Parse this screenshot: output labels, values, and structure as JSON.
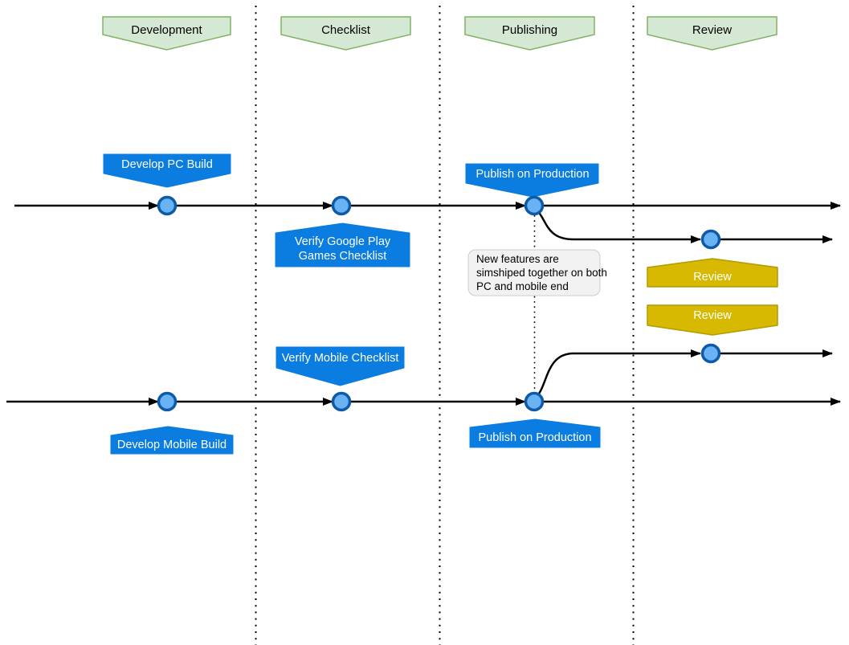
{
  "diagram": {
    "phases": [
      {
        "label": "Development"
      },
      {
        "label": "Checklist"
      },
      {
        "label": "Publishing"
      },
      {
        "label": "Review"
      }
    ],
    "pc_lane": {
      "develop": {
        "label": "Develop PC Build"
      },
      "verify": {
        "line1": "Verify Google Play",
        "line2": "Games Checklist"
      },
      "publish": {
        "label": "Publish on Production"
      },
      "review": {
        "label": "Review"
      }
    },
    "mobile_lane": {
      "develop": {
        "label": "Develop Mobile Build"
      },
      "verify": {
        "label": "Verify Mobile Checklist"
      },
      "publish": {
        "label": "Publish on Production"
      },
      "review": {
        "label": "Review"
      }
    },
    "note": {
      "line1": "New features are",
      "line2": "simshiped together on both",
      "line3": "PC and mobile end"
    },
    "colors": {
      "phase_fill": "#d5e8d4",
      "phase_border": "#82b366",
      "task_blue": "#0b7ce0",
      "task_text": "#ffffff",
      "review_yellow": "#d6b900",
      "review_border": "#b39b00",
      "node_fill": "#69b2f3",
      "node_border": "#0e5aa7",
      "note_fill": "#f2f2f2",
      "line": "#000000"
    }
  }
}
